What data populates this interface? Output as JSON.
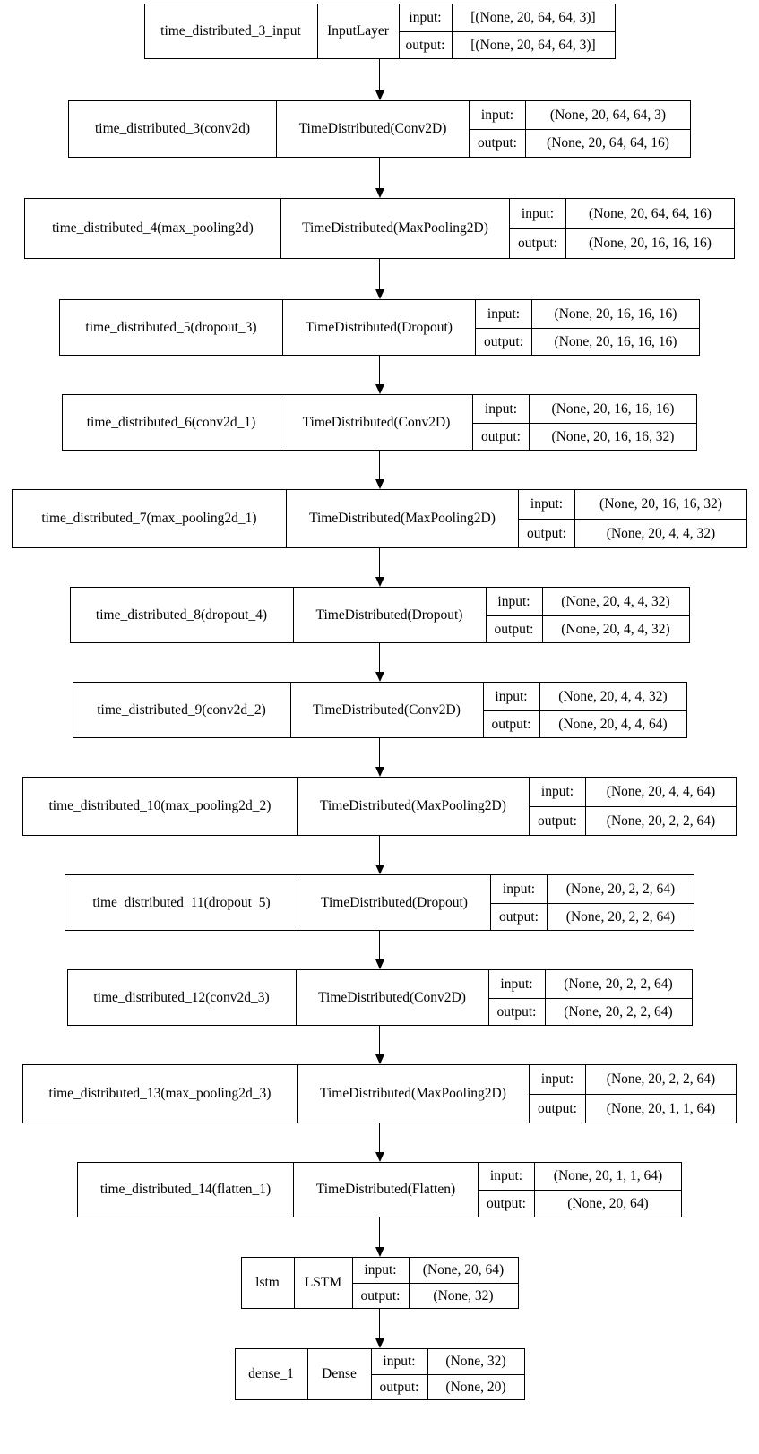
{
  "diagram": {
    "title": "Keras model architecture graph",
    "type": "layer-stack",
    "io_labels": {
      "input": "input:",
      "output": "output:"
    },
    "edge": {
      "style": "arrow-down",
      "color": "#000000"
    },
    "colors": {
      "border": "#000000",
      "background": "#ffffff",
      "text": "#000000"
    },
    "layers": [
      {
        "name": "time_distributed_3_input",
        "type": "InputLayer",
        "input": "[(None, 20, 64, 64, 3)]",
        "output": "[(None, 20, 64, 64, 3)]",
        "name_width": 192,
        "type_width": 92,
        "label_width": 58,
        "value_width": 182,
        "height": 62
      },
      {
        "name": "time_distributed_3(conv2d)",
        "type": "TimeDistributed(Conv2D)",
        "input": "(None, 20, 64, 64, 3)",
        "output": "(None, 20, 64, 64, 16)",
        "name_width": 231,
        "type_width": 216,
        "label_width": 62,
        "value_width": 184,
        "height": 64
      },
      {
        "name": "time_distributed_4(max_pooling2d)",
        "type": "TimeDistributed(MaxPooling2D)",
        "input": "(None, 20, 64, 64, 16)",
        "output": "(None, 20, 16, 16, 16)",
        "name_width": 285,
        "type_width": 256,
        "label_width": 62,
        "value_width": 188,
        "height": 68
      },
      {
        "name": "time_distributed_5(dropout_3)",
        "type": "TimeDistributed(Dropout)",
        "input": "(None, 20, 16, 16, 16)",
        "output": "(None, 20, 16, 16, 16)",
        "name_width": 248,
        "type_width": 216,
        "label_width": 62,
        "value_width": 187,
        "height": 63
      },
      {
        "name": "time_distributed_6(conv2d_1)",
        "type": "TimeDistributed(Conv2D)",
        "input": "(None, 20, 16, 16, 16)",
        "output": "(None, 20, 16, 16, 32)",
        "name_width": 242,
        "type_width": 216,
        "label_width": 62,
        "value_width": 187,
        "height": 63
      },
      {
        "name": "time_distributed_7(max_pooling2d_1)",
        "type": "TimeDistributed(MaxPooling2D)",
        "input": "(None, 20, 16, 16, 32)",
        "output": "(None, 20, 4, 4, 32)",
        "name_width": 305,
        "type_width": 260,
        "label_width": 62,
        "value_width": 192,
        "height": 66
      },
      {
        "name": "time_distributed_8(dropout_4)",
        "type": "TimeDistributed(Dropout)",
        "input": "(None, 20, 4, 4, 32)",
        "output": "(None, 20, 4, 4, 32)",
        "name_width": 248,
        "type_width": 216,
        "label_width": 62,
        "value_width": 164,
        "height": 63
      },
      {
        "name": "time_distributed_9(conv2d_2)",
        "type": "TimeDistributed(Conv2D)",
        "input": "(None, 20, 4, 4, 32)",
        "output": "(None, 20, 4, 4, 64)",
        "name_width": 242,
        "type_width": 216,
        "label_width": 62,
        "value_width": 164,
        "height": 63
      },
      {
        "name": "time_distributed_10(max_pooling2d_2)",
        "type": "TimeDistributed(MaxPooling2D)",
        "input": "(None, 20, 4, 4, 64)",
        "output": "(None, 20, 2, 2, 64)",
        "name_width": 305,
        "type_width": 260,
        "label_width": 62,
        "value_width": 168,
        "height": 66
      },
      {
        "name": "time_distributed_11(dropout_5)",
        "type": "TimeDistributed(Dropout)",
        "input": "(None, 20, 2, 2, 64)",
        "output": "(None, 20, 2, 2, 64)",
        "name_width": 259,
        "type_width": 216,
        "label_width": 62,
        "value_width": 164,
        "height": 63
      },
      {
        "name": "time_distributed_12(conv2d_3)",
        "type": "TimeDistributed(Conv2D)",
        "input": "(None, 20, 2, 2, 64)",
        "output": "(None, 20, 2, 2, 64)",
        "name_width": 254,
        "type_width": 216,
        "label_width": 62,
        "value_width": 164,
        "height": 63
      },
      {
        "name": "time_distributed_13(max_pooling2d_3)",
        "type": "TimeDistributed(MaxPooling2D)",
        "input": "(None, 20, 2, 2, 64)",
        "output": "(None, 20, 1, 1, 64)",
        "name_width": 305,
        "type_width": 260,
        "label_width": 62,
        "value_width": 168,
        "height": 66
      },
      {
        "name": "time_distributed_14(flatten_1)",
        "type": "TimeDistributed(Flatten)",
        "input": "(None, 20, 1, 1, 64)",
        "output": "(None, 20, 64)",
        "name_width": 240,
        "type_width": 207,
        "label_width": 62,
        "value_width": 164,
        "height": 62
      },
      {
        "name": "lstm",
        "type": "LSTM",
        "input": "(None, 20, 64)",
        "output": "(None, 32)",
        "name_width": 58,
        "type_width": 66,
        "label_width": 62,
        "value_width": 122,
        "height": 58
      },
      {
        "name": "dense_1",
        "type": "Dense",
        "input": "(None, 32)",
        "output": "(None, 20)",
        "name_width": 80,
        "type_width": 72,
        "label_width": 62,
        "value_width": 108,
        "height": 58
      }
    ],
    "edges": [
      {
        "gap": 46
      },
      {
        "gap": 45
      },
      {
        "gap": 45
      },
      {
        "gap": 43
      },
      {
        "gap": 43
      },
      {
        "gap": 43
      },
      {
        "gap": 43
      },
      {
        "gap": 43
      },
      {
        "gap": 43
      },
      {
        "gap": 43
      },
      {
        "gap": 43
      },
      {
        "gap": 43
      },
      {
        "gap": 44
      },
      {
        "gap": 44
      }
    ]
  }
}
